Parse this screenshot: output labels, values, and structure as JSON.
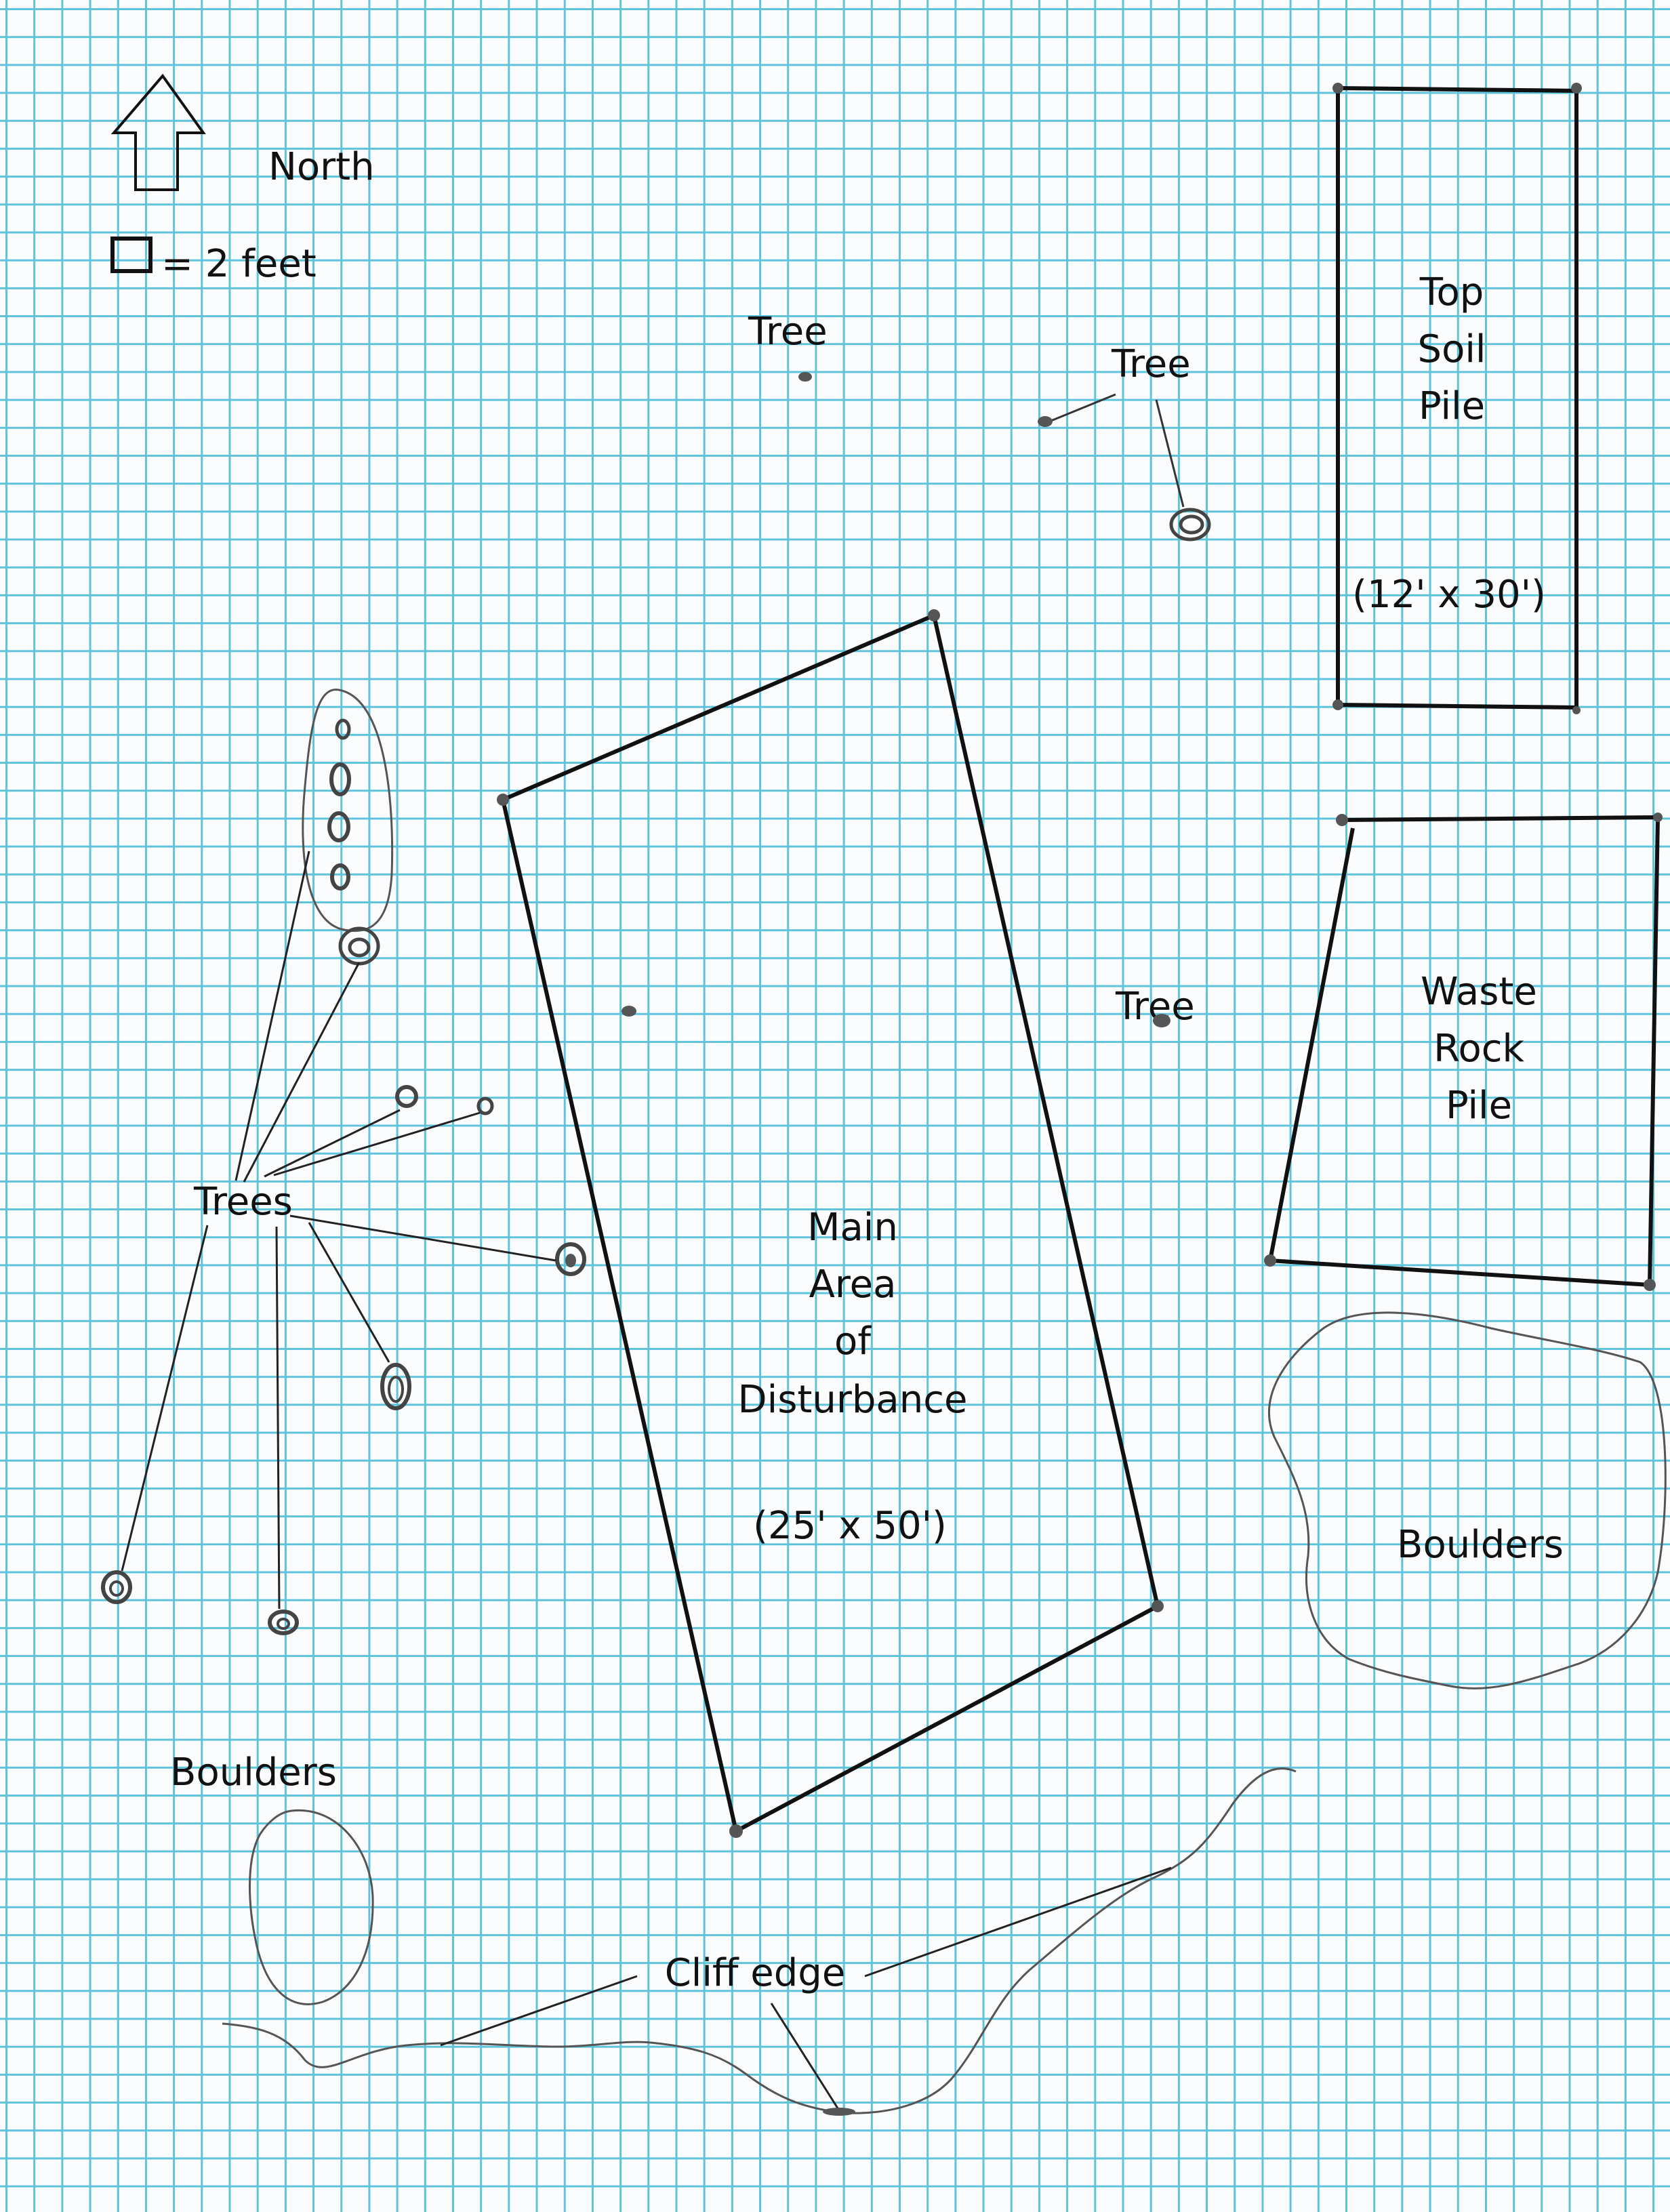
{
  "legend": {
    "north_label": "North",
    "scale_label": "= 2 feet"
  },
  "labels": {
    "tree_1": "Tree",
    "tree_2": "Tree",
    "tree_3": "Tree",
    "trees": "Trees",
    "top_soil_line1": "Top",
    "top_soil_line2": "Soil",
    "top_soil_line3": "Pile",
    "top_soil_dims": "(12' x 30')",
    "waste_line1": "Waste",
    "waste_line2": "Rock",
    "waste_line3": "Pile",
    "main_line1": "Main",
    "main_line2": "Area",
    "main_line3": "of",
    "main_line4": "Disturbance",
    "main_dims": "(25' x 50')",
    "boulders_right": "Boulders",
    "boulders_left": "Boulders",
    "cliff_edge": "Cliff edge"
  },
  "colors": {
    "grid": "#5ec3db",
    "ink": "#111111",
    "pencil": "#555555"
  }
}
